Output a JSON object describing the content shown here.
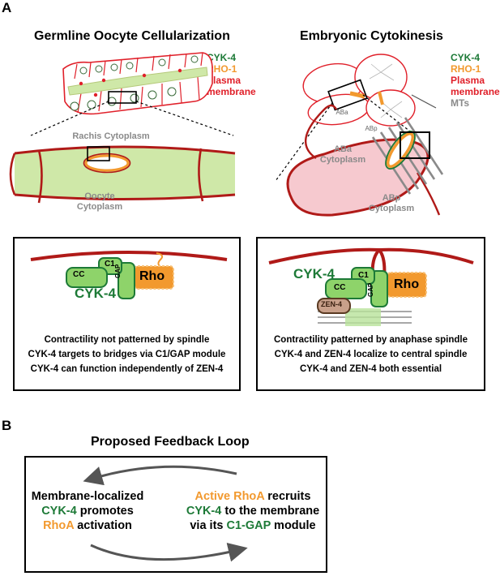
{
  "colors": {
    "cyk4_green": "#1d7a37",
    "rho_orange": "#f2992e",
    "membrane_red": "#e0202a",
    "membrane_dark": "#b01a18",
    "cytoplasm_green": "#cfe8a8",
    "cytoplasm_pink": "#f6c9cf",
    "mt_gray": "#8a8a8a"
  },
  "panel_a": {
    "letter": "A",
    "left": {
      "heading": "Germline Oocyte Cellularization",
      "rachis_label": "Rachis Cytoplasm",
      "oocyte_label": [
        "Oocyte",
        "Cytoplasm"
      ]
    },
    "right": {
      "heading": "Embryonic Cytokinesis",
      "cell_aba": "ABa",
      "cell_abp": "ABp",
      "aba_label": [
        "ABa",
        "Cytoplasm"
      ],
      "abp_label": [
        "ABp",
        "Cytoplasm"
      ]
    },
    "legend": {
      "cyk4": "CYK-4",
      "rho1": "RHO-1",
      "plasma_membrane": [
        "Plasma",
        "membrane"
      ],
      "mts": "MTs"
    },
    "left_model": {
      "cc": "CC",
      "c1": "C1",
      "gap": "GAP",
      "rho": "Rho",
      "cyk4": "CYK-4",
      "captions": [
        "Contractility not patterned by spindle",
        "CYK-4 targets to bridges via C1/GAP module",
        "CYK-4 can function independently of ZEN-4"
      ]
    },
    "right_model": {
      "cyk4": "CYK-4",
      "cc": "CC",
      "c1": "C1",
      "gap": "GAP",
      "rho": "Rho",
      "zen4": "ZEN-4",
      "captions": [
        "Contractility patterned by anaphase spindle",
        "CYK-4 and ZEN-4 localize to central spindle",
        "CYK-4 and ZEN-4 both essential"
      ]
    }
  },
  "panel_b": {
    "letter": "B",
    "title": "Proposed Feedback Loop",
    "left_text": {
      "line1": "Membrane-localized",
      "line2": "CYK-4",
      "line2_rest": " promotes",
      "line3": "RhoA",
      "line3_rest": " activation"
    },
    "right_text": {
      "line1": "Active RhoA",
      "line1_rest": " recruits",
      "line2": "CYK-4",
      "line2_rest": " to the membrane",
      "line3_pre": "via its ",
      "line3": "C1-GAP",
      "line3_rest": " module"
    }
  }
}
